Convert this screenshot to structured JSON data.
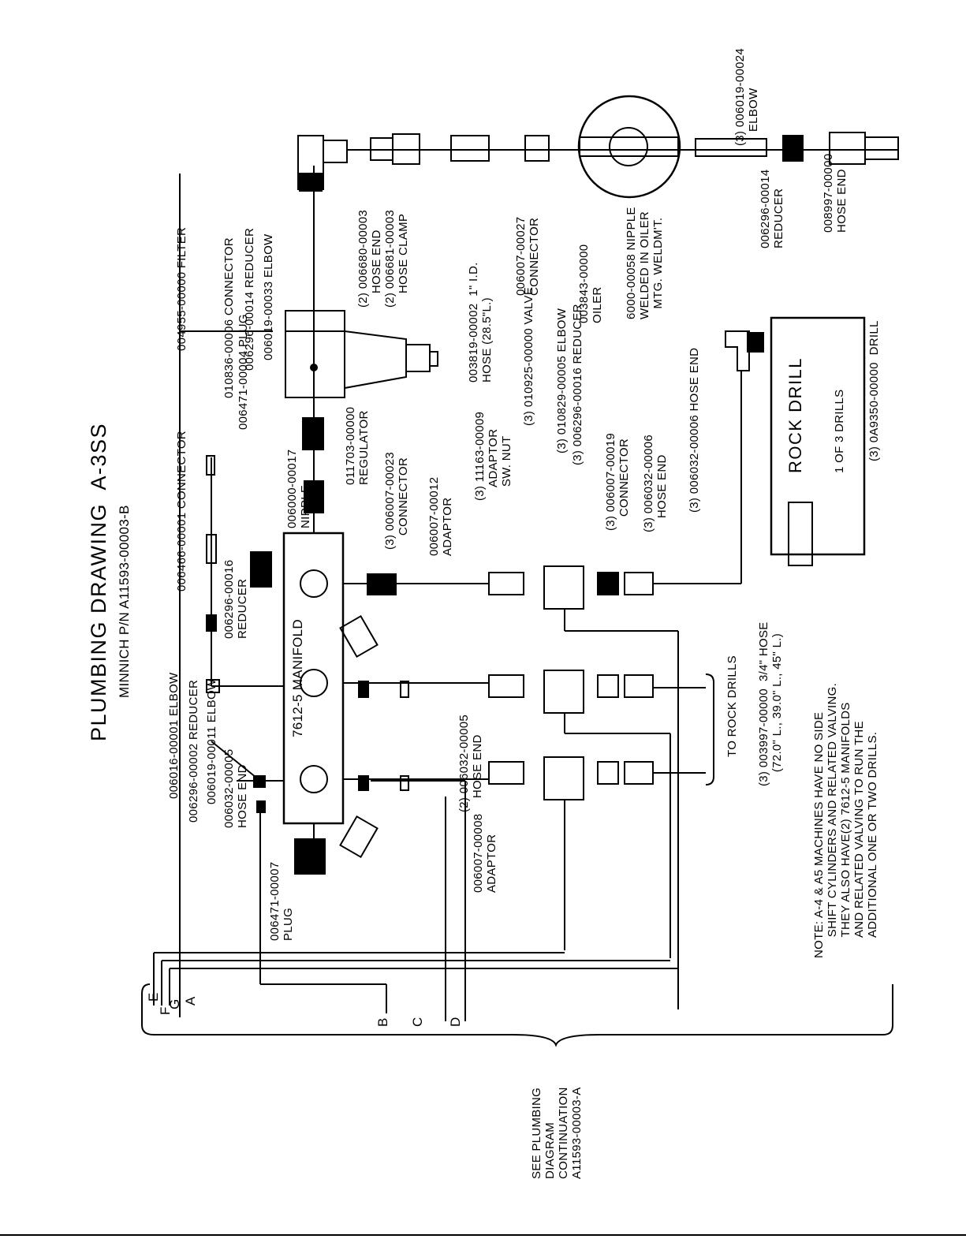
{
  "title": "PLUMBING DRAWING  A-3SS",
  "subtitle": "MINNICH P/N A11593-00003-B",
  "manifold_label": "7612-5 MANIFOLD",
  "rock_drill_box": {
    "title": "ROCK DRILL",
    "line1": "1 OF 3 DRILLS",
    "line2": "(3) 0A9350-00000  DRILL"
  },
  "parts": {
    "filter": "004955-00000 FILTER",
    "connector_10836": "010836-00006 CONNECTOR",
    "reducer_6296_14": "006296-00014 REDUCER",
    "elbow_6019_33": "006019-00033 ELBOW",
    "plug_6471_4": "006471-00004 PLUG",
    "connector_6466": "006466-00001 CONNECTOR",
    "reducer_6296_16": "006296-00016\nREDUCER",
    "nipple_6000_17": "006000-00017\nNIPPLE",
    "regulator": "011703-00000\nREGULATOR",
    "hose_end_clamp": "(2) 006680-00003\n    HOSE END\n(2) 006681-00003\n    HOSE CLAMP",
    "hose_3819": "003819-00002  1\" I.D.\nHOSE (28.5\"L.)",
    "connector_6007_27": "006007-00027\nCONNECTOR",
    "oiler": "003843-00000\nOILER",
    "nipple_6000_58": "6000-00058 NIPPLE\nWELDED IN OILER\n   MTG. WELDM'T.",
    "elbow_6019_24": "(3) 006019-00024\n    ELBOW",
    "reducer_6296_14b": "006296-00014\nREDUCER",
    "hose_end_8997": "008997-00000\nHOSE END",
    "connector_6007_23": "(3) 006007-00023\n    CONNECTOR",
    "adaptor_6007_12": "006007-00012\nADAPTOR",
    "adaptor_11163": "(3) 11163-00009\n    ADAPTOR\n    SW. NUT",
    "valve": "(3) 010925-00000 VALVE",
    "elbow_10829": "(3) 010829-00005 ELBOW",
    "reducer_6296_16b": "(3) 006296-00016 REDUCER",
    "connector_6007_19": "(3) 006007-00019\n    CONNECTOR",
    "hose_end_6032_6": "(3) 006032-00006\n    HOSE END",
    "hose_end_6032_6b": "(3) 006032-00006 HOSE END",
    "hose_end_6032_5": "(2) 006032-00005\n    HOSE END",
    "elbow_6016": "006016-00001 ELBOW",
    "reducer_6296_2": "006296-00002 REDUCER",
    "elbow_6019_11": "006019-00011 ELBOW",
    "hose_end_6032_5b": "006032-00005\nHOSE END",
    "plug_6471_7": "006471-00007\nPLUG",
    "adaptor_6007_8": "006007-00008\nADAPTOR",
    "to_rock_drills": "TO ROCK DRILLS",
    "hose_3997": "(3) 003997-00000  3/4\" HOSE\n    (72.0\" L., 39.0\" L., 45\" L.)"
  },
  "note": "NOTE: A-4 & A5 MACHINES HAVE NO SIDE\n      SHIFT CYLINDERS AND RELATED VALVING.\n      THEY ALSO HAVE(2) 7612-5 MANIFOLDS\n      AND RELATED VALVING TO RUN THE\n      ADDITIONAL ONE OR TWO DRILLS.",
  "letters": {
    "E": "E",
    "F": "F",
    "G": "G",
    "A": "A",
    "B": "B",
    "C": "C",
    "D": "D"
  },
  "continuation": "SEE PLUMBING\nDIAGRAM\nCONTINUATION\nA11593-00003-A"
}
